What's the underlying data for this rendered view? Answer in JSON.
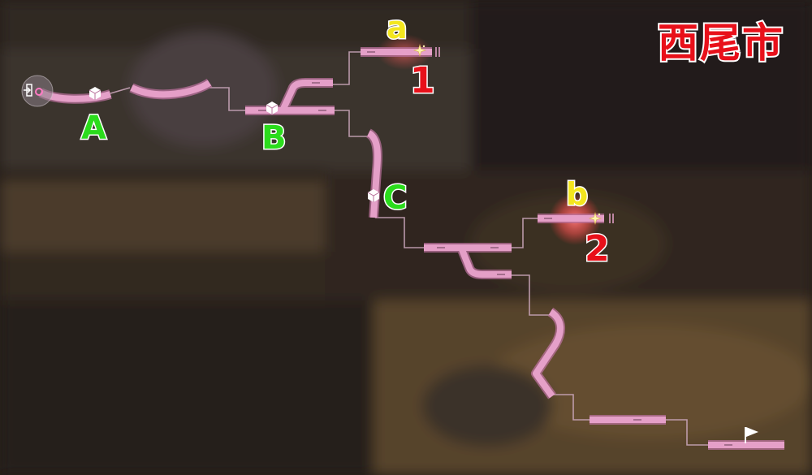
{
  "map": {
    "area_title": "西尾市",
    "colors": {
      "route": "#e9a3cc",
      "route_edge": "#b9709b",
      "connector": "#c8a4b8",
      "checkpoint_letter": "#2bdc1c",
      "collectible_letter": "#f3e61e",
      "number": "#e8101a",
      "text_outline": "#ffffff"
    },
    "icons": {
      "start": "start-door-icon",
      "checkpoint": "cube-checkpoint-icon",
      "collectible": "sparkle-icon",
      "goal": "goal-flag-icon"
    },
    "checkpoints": [
      {
        "id": "A",
        "label": "A"
      },
      {
        "id": "B",
        "label": "B"
      },
      {
        "id": "C",
        "label": "C"
      }
    ],
    "collectibles": [
      {
        "id": "a",
        "letter": "a",
        "number": "1"
      },
      {
        "id": "b",
        "letter": "b",
        "number": "2"
      }
    ]
  }
}
